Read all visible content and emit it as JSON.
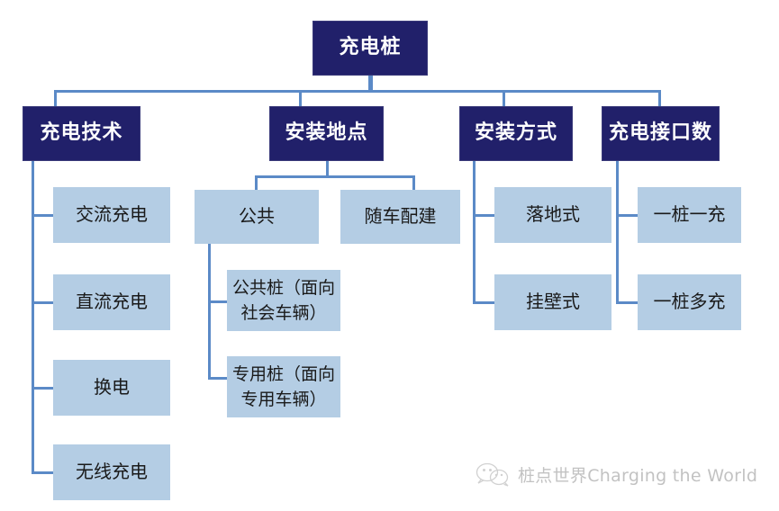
{
  "diagram": {
    "title": "充电桩",
    "type": "tree",
    "colors": {
      "node_dark": "#21206a",
      "node_light": "#b4cde4",
      "connector": "#5b8ac7",
      "text_light": "#ffffff",
      "text_dark": "#1a1a1a"
    },
    "root": {
      "label": "充电桩"
    },
    "branches": [
      {
        "label": "充电技术",
        "children": [
          {
            "label": "交流充电"
          },
          {
            "label": "直流充电"
          },
          {
            "label": "换电"
          },
          {
            "label": "无线充电"
          }
        ]
      },
      {
        "label": "安装地点",
        "children": [
          {
            "label": "公共",
            "children": [
              {
                "label": "公共桩（面向社会车辆）"
              },
              {
                "label": "专用桩（面向专用车辆）"
              }
            ]
          },
          {
            "label": "随车配建"
          }
        ]
      },
      {
        "label": "安装方式",
        "children": [
          {
            "label": "落地式"
          },
          {
            "label": "挂壁式"
          }
        ]
      },
      {
        "label": "充电接口数",
        "children": [
          {
            "label": "一桩一充"
          },
          {
            "label": "一桩多充"
          }
        ]
      }
    ]
  },
  "watermark": {
    "icon": "wechat-logo-icon",
    "text": "桩点世界Charging the World"
  }
}
